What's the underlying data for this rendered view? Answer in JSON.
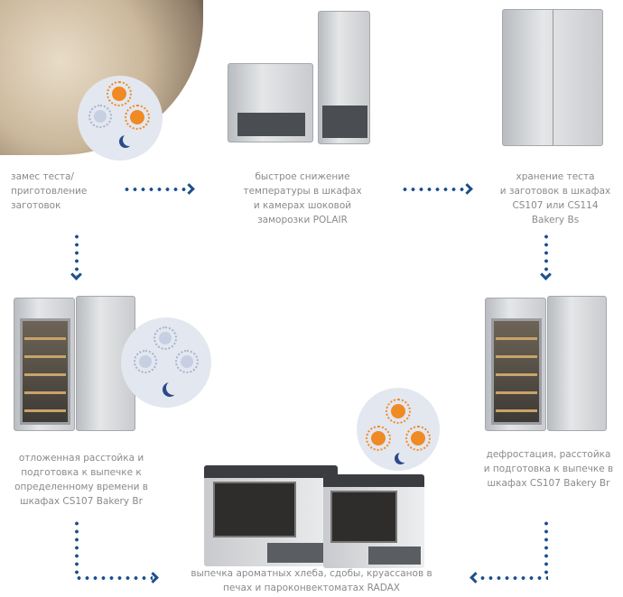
{
  "steps": {
    "kneading": "замес теста/\nприготовление\nзаготовок",
    "blast_chilling": "быстрое снижение\nтемпературы в шкафах\nи камерах шоковой\nзаморозки POLAIR",
    "storage": "хранение теста\nи заготовок в шкафах\nCS107 или CS114\nBakery Bs",
    "delayed_proofing": "отложенная расстойка и\nподготовка к выпечке к\nопределенному времени в\nшкафах CS107 Bakery Br",
    "defrosting": "дефростация, расстойка\nи подготовка к выпечке в\nшкафах CS107 Bakery Br",
    "baking": "выпечка ароматных хлеба, сдобы, круассанов в\nпечах и пароконвектоматах RADAX"
  },
  "colors": {
    "arrow": "#1d4f8c",
    "sun": "#f08a24",
    "moon": "#2b4a8a",
    "circle": "#e3e7ef",
    "text": "#8a8a8a"
  }
}
